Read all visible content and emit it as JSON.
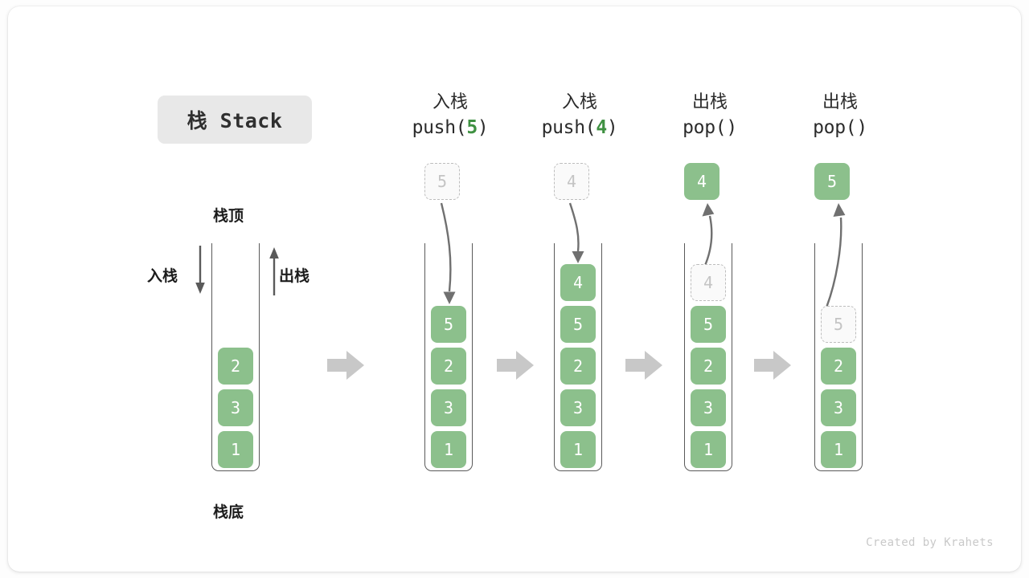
{
  "title": "栈 Stack",
  "labels": {
    "top": "栈顶",
    "bottom": "栈底",
    "push_side": "入栈",
    "pop_side": "出栈"
  },
  "credit": "Created by Krahets",
  "colors": {
    "element_green": "#8cc08c",
    "arg_green": "#3f9142",
    "ghost_border": "#bdbdbd",
    "ghost_text": "#c4c4c4",
    "frame_stroke": "#5a5a5a",
    "block_arrow": "#c8c8c8",
    "title_chip_bg": "#e8e8e8",
    "card_bg": "#ffffff",
    "page_bg": "#fdfdfd"
  },
  "stages": [
    {
      "id": "initial",
      "op_cn": "",
      "op_code_prefix": "",
      "op_arg": "",
      "op_code_suffix": "",
      "elements": [
        "2",
        "3",
        "1"
      ],
      "floating": null,
      "ghost_in_stack": null
    },
    {
      "id": "push-5",
      "op_cn": "入栈",
      "op_code_prefix": "push(",
      "op_arg": "5",
      "op_code_suffix": ")",
      "elements": [
        "5",
        "2",
        "3",
        "1"
      ],
      "floating": {
        "value": "5",
        "style": "ghost"
      },
      "ghost_in_stack": null
    },
    {
      "id": "push-4",
      "op_cn": "入栈",
      "op_code_prefix": "push(",
      "op_arg": "4",
      "op_code_suffix": ")",
      "elements": [
        "4",
        "5",
        "2",
        "3",
        "1"
      ],
      "floating": {
        "value": "4",
        "style": "ghost"
      },
      "ghost_in_stack": null
    },
    {
      "id": "pop-4",
      "op_cn": "出栈",
      "op_code_prefix": "pop(",
      "op_arg": "",
      "op_code_suffix": ")",
      "elements": [
        "5",
        "2",
        "3",
        "1"
      ],
      "floating": {
        "value": "4",
        "style": "filled"
      },
      "ghost_in_stack": {
        "value": "4"
      }
    },
    {
      "id": "pop-5",
      "op_cn": "出栈",
      "op_code_prefix": "pop(",
      "op_arg": "",
      "op_code_suffix": ")",
      "elements": [
        "2",
        "3",
        "1"
      ],
      "floating": {
        "value": "5",
        "style": "filled"
      },
      "ghost_in_stack": {
        "value": "5"
      }
    }
  ]
}
